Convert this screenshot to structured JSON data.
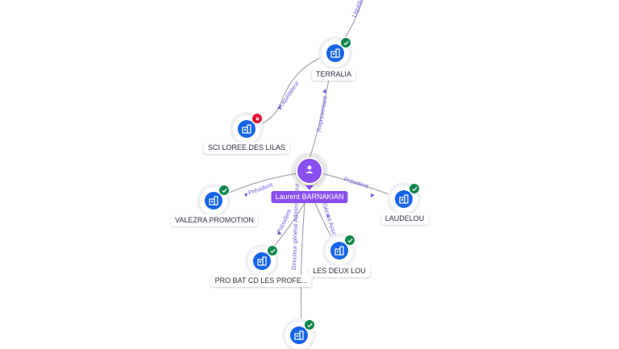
{
  "person": {
    "name": "Laurent BARNAKIAN",
    "icon": "user-icon",
    "color": "#8a4ff0"
  },
  "companies": [
    {
      "id": "terralia",
      "name": "TERRALIA",
      "status": "active"
    },
    {
      "id": "sci-loree",
      "name": "SCI LOREE DES LILAS",
      "status": "closed"
    },
    {
      "id": "valezra",
      "name": "VALEZRA PROMOTION",
      "status": "active"
    },
    {
      "id": "laudelou",
      "name": "LAUDELOU",
      "status": "active"
    },
    {
      "id": "deux-lou",
      "name": "LES DEUX LOU",
      "status": "active"
    },
    {
      "id": "pro-bat",
      "name": "PRO BAT CD LES PROFE...",
      "status": "active"
    },
    {
      "id": "bottom",
      "name": "",
      "status": "active"
    },
    {
      "id": "top",
      "name": "",
      "status": "active"
    }
  ],
  "edges": [
    {
      "id": "e-top-terralia",
      "label": "Liquidat"
    },
    {
      "id": "e-terralia-sci",
      "label": "Liquidateur"
    },
    {
      "id": "e-person-terralia",
      "label": "Représentant"
    },
    {
      "id": "e-person-valezra",
      "label": "Président"
    },
    {
      "id": "e-person-laudelou",
      "label": "Président"
    },
    {
      "id": "e-person-probat",
      "label": "Président"
    },
    {
      "id": "e-person-deuxlou",
      "label": "Gérant Associé"
    },
    {
      "id": "e-person-bottom",
      "label": "Directeur général Administrateur"
    }
  ],
  "colors": {
    "company": "#1565e8",
    "active_badge": "#11884b",
    "closed_badge": "#e0102e",
    "edge_label": "#6f62d8",
    "edge": "#8f96a3"
  },
  "icons": {
    "company": "building-icon",
    "active": "check-icon",
    "closed": "cross-icon"
  }
}
